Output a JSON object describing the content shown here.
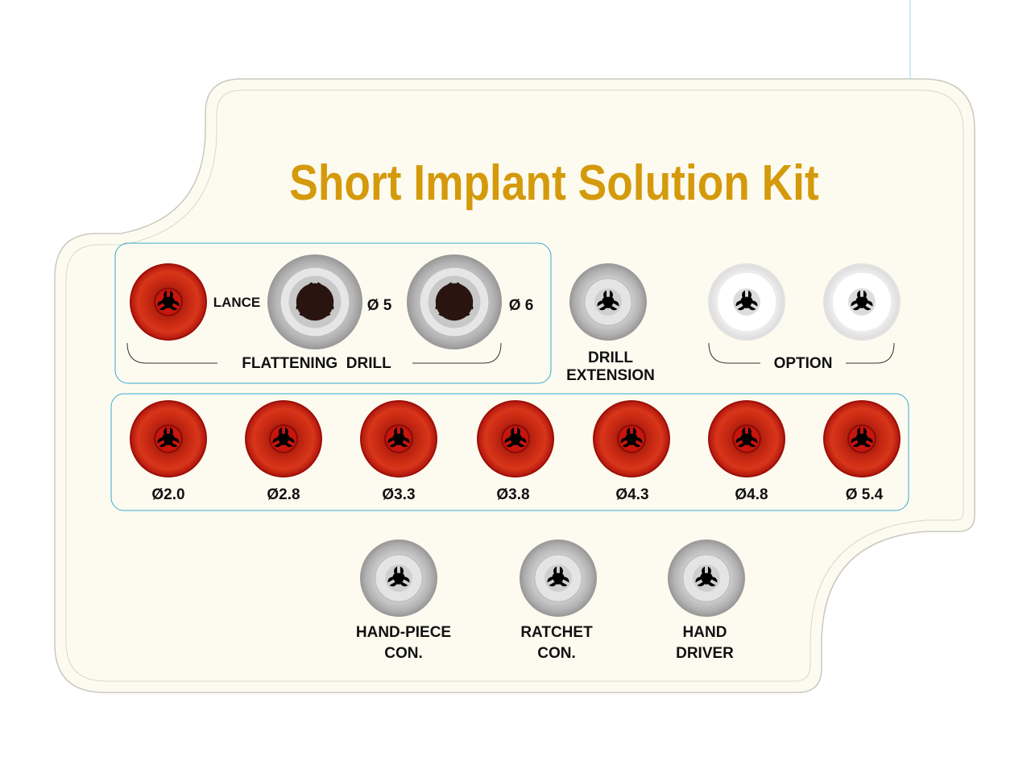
{
  "title": "Short Implant Solution Kit",
  "colors": {
    "tray": "#fdfbef",
    "tray_edge": "#c9c9c2",
    "title": "#d49a0c",
    "group_border": "#3aa7d6",
    "red_socket": "#c9220c",
    "grey_socket": "#a8a8a8",
    "white_socket": "#f5f5f5",
    "label": "#111111"
  },
  "groups": {
    "flattening": {
      "label": "FLATTENING  DRILL",
      "items": [
        {
          "label": "LANCE",
          "style": "red"
        },
        {
          "label": "Ø 5",
          "style": "grey-large"
        },
        {
          "label": "Ø 6",
          "style": "grey-large"
        }
      ]
    },
    "extension": {
      "label_line1": "DRILL",
      "label_line2": "EXTENSION",
      "style": "grey"
    },
    "option": {
      "label": "OPTION",
      "count": 2,
      "style": "white"
    },
    "drills": {
      "items": [
        {
          "label": "Ø2.0"
        },
        {
          "label": "Ø2.8"
        },
        {
          "label": "Ø3.3"
        },
        {
          "label": "Ø3.8"
        },
        {
          "label": "Ø4.3"
        },
        {
          "label": "Ø4.8"
        },
        {
          "label": "Ø 5.4"
        }
      ]
    },
    "tools": {
      "items": [
        {
          "line1": "HAND-PIECE",
          "line2": "CON."
        },
        {
          "line1": "RATCHET",
          "line2": "CON."
        },
        {
          "line1": "HAND",
          "line2": "DRIVER"
        }
      ]
    }
  }
}
